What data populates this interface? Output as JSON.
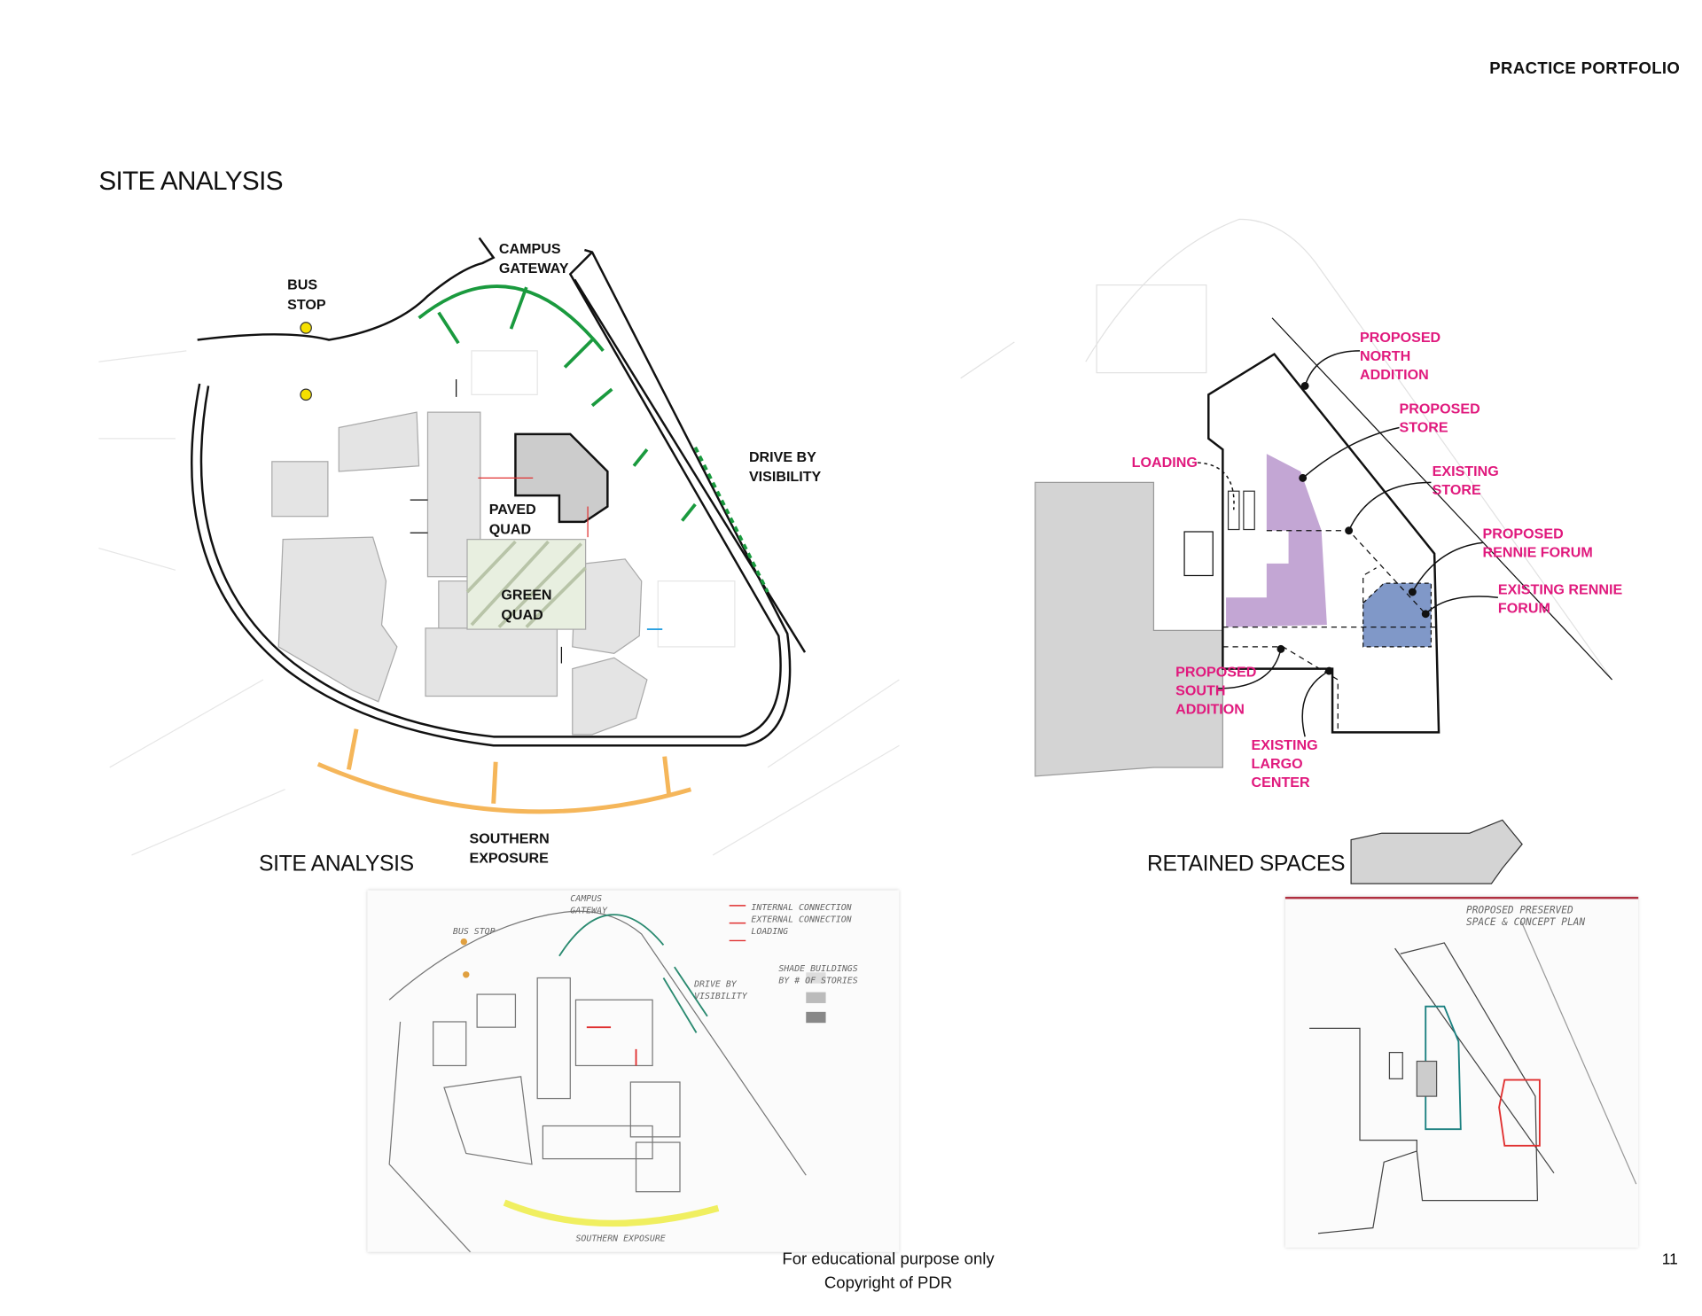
{
  "header": {
    "portfolio": "PRACTICE PORTFOLIO"
  },
  "page": {
    "title": "SITE ANALYSIS",
    "number": "11"
  },
  "site_analysis": {
    "caption": "SITE ANALYSIS",
    "labels": {
      "campus_gateway": [
        "CAMPUS",
        "GATEWAY"
      ],
      "bus_stop": [
        "BUS",
        "STOP"
      ],
      "drive_by": [
        "DRIVE BY",
        "VISIBILITY"
      ],
      "paved_quad": [
        "PAVED",
        "QUAD"
      ],
      "green_quad": [
        "GREEN",
        "QUAD"
      ],
      "southern_exposure": [
        "SOUTHERN",
        "EXPOSURE"
      ]
    }
  },
  "retained_spaces": {
    "caption": "RETAINED SPACES",
    "labels": {
      "loading": "LOADING",
      "proposed_north": [
        "PROPOSED",
        "NORTH",
        "ADDITION"
      ],
      "proposed_store": [
        "PROPOSED",
        "STORE"
      ],
      "existing_store": [
        "EXISTING",
        "STORE"
      ],
      "proposed_rennie": [
        "PROPOSED",
        "RENNIE FORUM"
      ],
      "existing_rennie": [
        "EXISTING RENNIE",
        "FORUM"
      ],
      "proposed_south": [
        "PROPOSED",
        "SOUTH",
        "ADDITION"
      ],
      "existing_largo": [
        "EXISTING",
        "LARGO",
        "CENTER"
      ]
    },
    "colors": {
      "proposed_store": "#c3a6d4",
      "existing_rennie": "#8098c8",
      "label": "#e0197d"
    }
  },
  "sketch_left": {
    "legend": [
      "INTERNAL CONNECTION",
      "EXTERNAL CONNECTION",
      "LOADING"
    ],
    "shade": [
      "SHADE BUILDINGS",
      "BY # OF STORIES"
    ],
    "notes": {
      "gateway": "CAMPUS GATEWAY",
      "bus": "BUS STOP",
      "drive": "DRIVE BY VISIBILITY",
      "south": "SOUTHERN EXPOSURE"
    }
  },
  "sketch_right": {
    "title": [
      "PROPOSED PRESERVED",
      "SPACE & CONCEPT PLAN"
    ]
  },
  "footer": {
    "line1": "For educational purpose only",
    "line2": "Copyright of PDR"
  }
}
